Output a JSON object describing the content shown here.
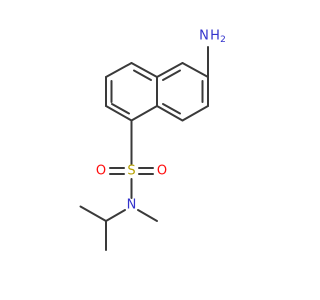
{
  "molecule": {
    "colors": {
      "bond": "#3a3a3a",
      "nitrogen": "#3333cc",
      "oxygen": "#ff0d0d",
      "sulfur": "#b8a200"
    },
    "atoms": {
      "amine_n": {
        "symbol": "N",
        "suffix": "H",
        "subscript": "2",
        "color": "#3333cc"
      },
      "sulfur": {
        "symbol": "S",
        "color": "#b8a200"
      },
      "oxygen_left": {
        "symbol": "O",
        "color": "#ff0d0d"
      },
      "oxygen_right": {
        "symbol": "O",
        "color": "#ff0d0d"
      },
      "amide_n": {
        "symbol": "N",
        "color": "#3333cc"
      }
    }
  }
}
